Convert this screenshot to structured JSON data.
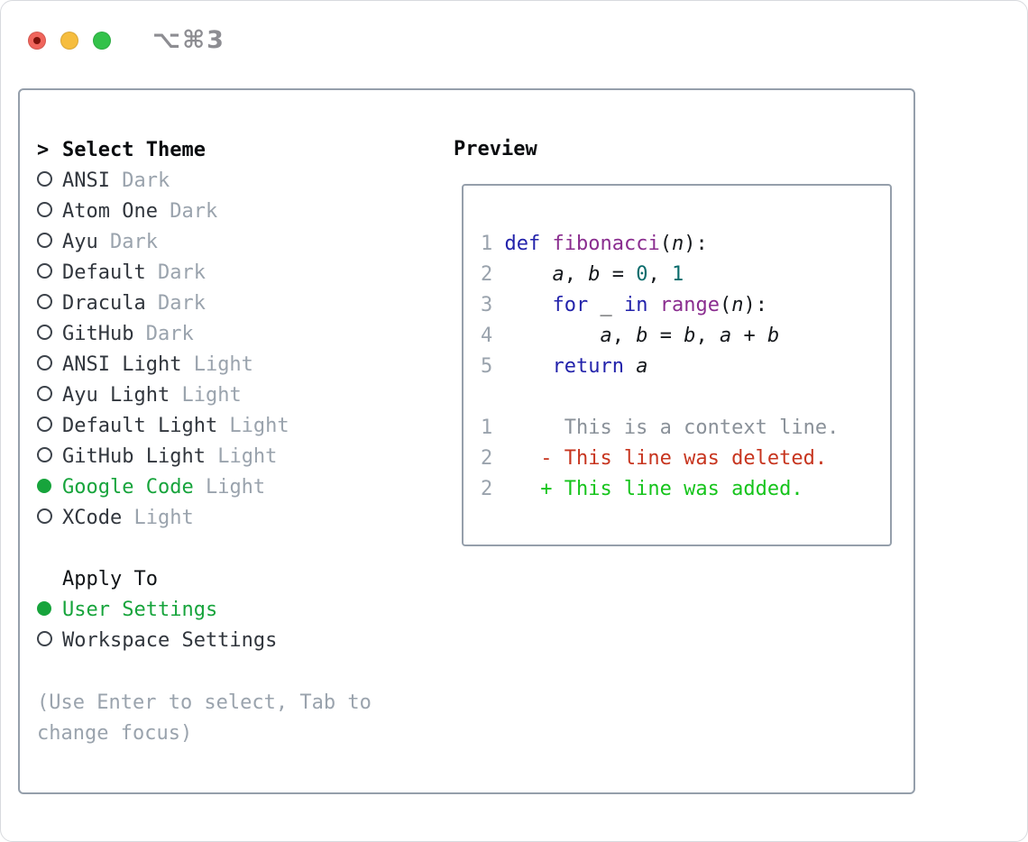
{
  "window": {
    "title": "⌥⌘3"
  },
  "theme_list": {
    "cursor": ">",
    "header": "Select Theme",
    "items": [
      {
        "name": "ANSI",
        "variant": "Dark",
        "selected": false
      },
      {
        "name": "Atom One",
        "variant": "Dark",
        "selected": false
      },
      {
        "name": "Ayu",
        "variant": "Dark",
        "selected": false
      },
      {
        "name": "Default",
        "variant": "Dark",
        "selected": false
      },
      {
        "name": "Dracula",
        "variant": "Dark",
        "selected": false
      },
      {
        "name": "GitHub",
        "variant": "Dark",
        "selected": false
      },
      {
        "name": "ANSI Light",
        "variant": "Light",
        "selected": false
      },
      {
        "name": "Ayu Light",
        "variant": "Light",
        "selected": false
      },
      {
        "name": "Default Light",
        "variant": "Light",
        "selected": false
      },
      {
        "name": "GitHub Light",
        "variant": "Light",
        "selected": false
      },
      {
        "name": "Google Code",
        "variant": "Light",
        "selected": true
      },
      {
        "name": "XCode",
        "variant": "Light",
        "selected": false
      }
    ]
  },
  "apply_to": {
    "header": "Apply To",
    "options": [
      {
        "label": "User Settings",
        "selected": true
      },
      {
        "label": "Workspace Settings",
        "selected": false
      }
    ]
  },
  "help_text": "(Use Enter to select, Tab to change focus)",
  "preview": {
    "header": "Preview",
    "code_lines": [
      {
        "num": "1",
        "tokens": [
          {
            "t": "def",
            "s": "kw"
          },
          {
            "t": " ",
            "s": "p"
          },
          {
            "t": "fibonacci",
            "s": "fn"
          },
          {
            "t": "(",
            "s": "p"
          },
          {
            "t": "n",
            "s": "var"
          },
          {
            "t": "):",
            "s": "p"
          }
        ]
      },
      {
        "num": "2",
        "tokens": [
          {
            "t": "    ",
            "s": "p"
          },
          {
            "t": "a",
            "s": "var"
          },
          {
            "t": ", ",
            "s": "p"
          },
          {
            "t": "b",
            "s": "var"
          },
          {
            "t": " = ",
            "s": "p"
          },
          {
            "t": "0",
            "s": "lit"
          },
          {
            "t": ", ",
            "s": "p"
          },
          {
            "t": "1",
            "s": "lit"
          }
        ]
      },
      {
        "num": "3",
        "tokens": [
          {
            "t": "    ",
            "s": "p"
          },
          {
            "t": "for",
            "s": "kw"
          },
          {
            "t": " _ ",
            "s": "p"
          },
          {
            "t": "in",
            "s": "kw"
          },
          {
            "t": " ",
            "s": "p"
          },
          {
            "t": "range",
            "s": "fn"
          },
          {
            "t": "(",
            "s": "p"
          },
          {
            "t": "n",
            "s": "var"
          },
          {
            "t": "):",
            "s": "p"
          }
        ]
      },
      {
        "num": "4",
        "tokens": [
          {
            "t": "        ",
            "s": "p"
          },
          {
            "t": "a",
            "s": "var"
          },
          {
            "t": ", ",
            "s": "p"
          },
          {
            "t": "b",
            "s": "var"
          },
          {
            "t": " = ",
            "s": "p"
          },
          {
            "t": "b",
            "s": "var"
          },
          {
            "t": ", ",
            "s": "p"
          },
          {
            "t": "a",
            "s": "var"
          },
          {
            "t": " + ",
            "s": "p"
          },
          {
            "t": "b",
            "s": "var"
          }
        ]
      },
      {
        "num": "5",
        "tokens": [
          {
            "t": "    ",
            "s": "p"
          },
          {
            "t": "return",
            "s": "kw"
          },
          {
            "t": " ",
            "s": "p"
          },
          {
            "t": "a",
            "s": "var"
          }
        ]
      }
    ],
    "diff_lines": [
      {
        "num": "1",
        "kind": "context",
        "text": "     This is a context line."
      },
      {
        "num": "2",
        "kind": "deleted",
        "text": "   - This line was deleted."
      },
      {
        "num": "2",
        "kind": "added",
        "text": "   + This line was added."
      }
    ]
  },
  "colors": {
    "selection_green": "#17a43c",
    "added_green": "#16c41c",
    "deleted_red": "#c7351f",
    "keyword_blue": "#2323ab",
    "function_purple": "#8a2d8f",
    "literal_teal": "#0a6c6c",
    "muted_gray": "#9aa3ad",
    "panel_border": "#959fab",
    "traffic_red": "#f0655c",
    "traffic_yellow": "#f6bd3e",
    "traffic_green": "#33c24a",
    "title_gray": "#8d8d92"
  }
}
